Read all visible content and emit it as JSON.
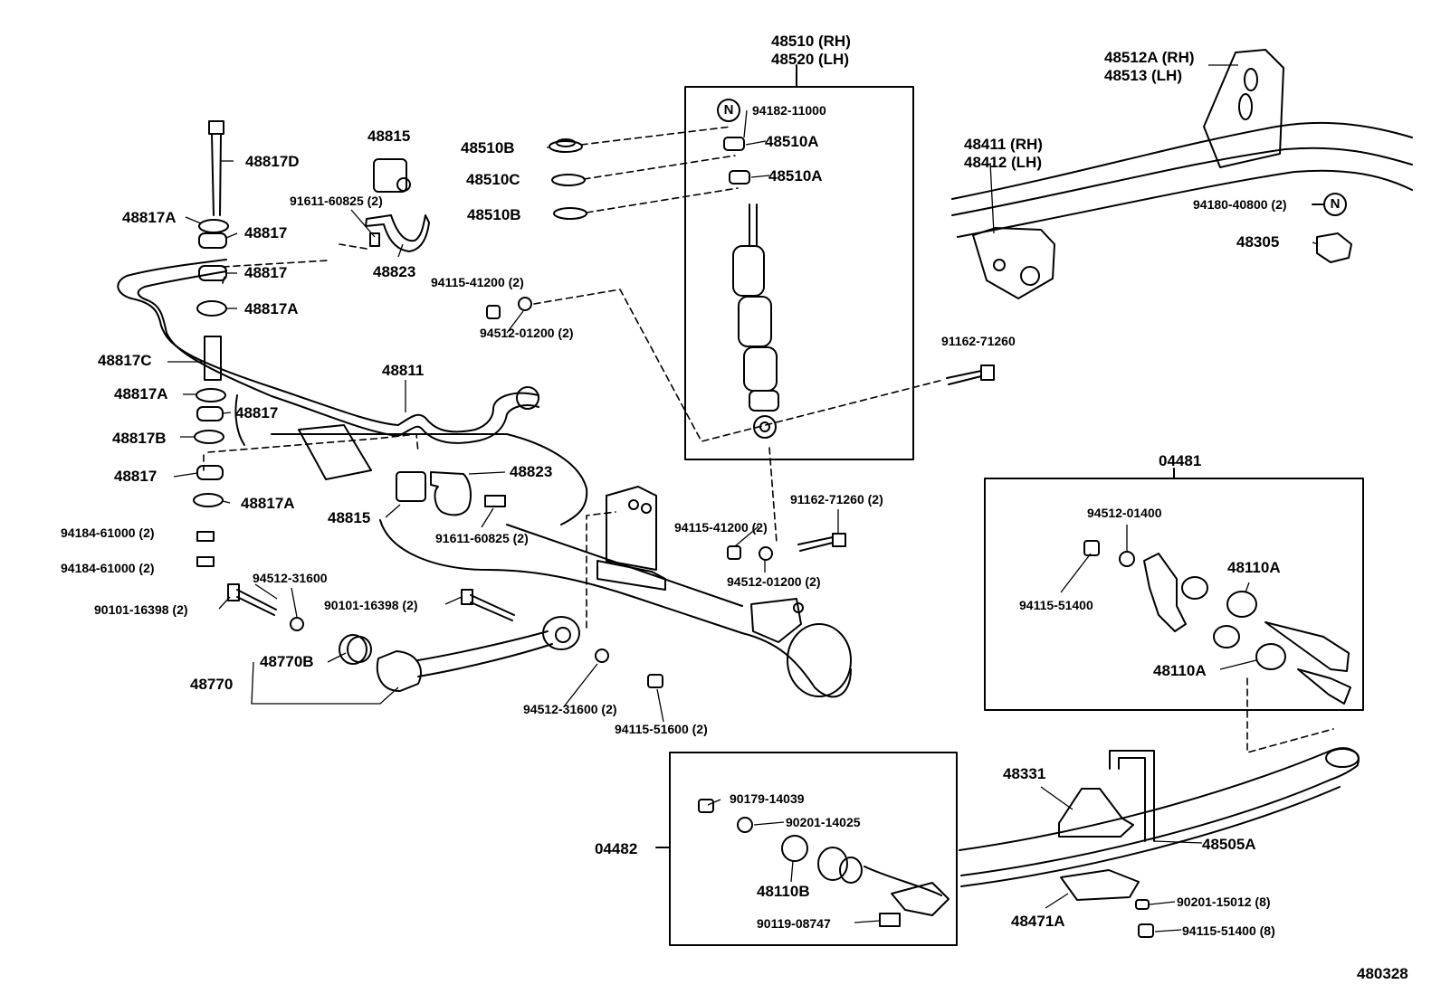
{
  "labels": {
    "shock_part_rh": "48510 (RH)",
    "shock_part_lh": "48520 (LH)",
    "bracket_rh": "48512A (RH)",
    "bracket_lh": "48513   (LH)",
    "hanger_rh": "48411 (RH)",
    "hanger_lh": "48412 (LH)",
    "n_nut_top": "94182-11000",
    "n_nut_right": "94180-40800 (2)",
    "cushion_48510A_1": "48510A",
    "cushion_48510A_2": "48510A",
    "retainer_48510B_1": "48510B",
    "retainer_48510C": "48510C",
    "retainer_48510B_2": "48510B",
    "stopper_48305": "48305",
    "bolt_48817D": "48817D",
    "bracket_48815_top": "48815",
    "bolt_91611_top": "91611-60825 (2)",
    "bracket_48823_top": "48823",
    "cushion_48817A_1": "48817A",
    "cushion_48817_1": "48817",
    "cushion_48817_2": "48817",
    "cushion_48817A_2": "48817A",
    "nut_94115_41200_top": "94115-41200 (2)",
    "washer_94512_01200_top": "94512-01200 (2)",
    "bolt_91162_71260": "91162-71260",
    "collar_48817C": "48817C",
    "bar_48811": "48811",
    "cushion_48817A_3": "48817A",
    "cushion_48817_3": "48817",
    "cushion_48817B": "48817B",
    "cushion_48817_4": "48817",
    "bracket_48823_mid": "48823",
    "cushion_48817A_4": "48817A",
    "bracket_48815_mid": "48815",
    "bolt_91611_mid": "91611-60825 (2)",
    "bolt_91162_71260_2": "91162-71260 (2)",
    "nut_94115_41200_mid": "94115-41200 (2)",
    "washer_94512_01200_mid": "94512-01200 (2)",
    "nut_94184_1": "94184-61000 (2)",
    "nut_94184_2": "94184-61000 (2)",
    "washer_94512_31600": "94512-31600",
    "bolt_90101_left": "90101-16398 (2)",
    "bolt_90101_mid": "90101-16398 (2)",
    "bush_48770B": "48770B",
    "rod_48770": "48770",
    "washer_94512_31600_2": "94512-31600 (2)",
    "nut_94115_51600": "94115-51600 (2)",
    "kit_04481": "04481",
    "washer_94512_01400": "94512-01400",
    "nut_94115_51400_kit": "94115-51400",
    "bush_48110A_1": "48110A",
    "bush_48110A_2": "48110A",
    "kit_04482": "04482",
    "nut_90179": "90179-14039",
    "washer_90201_14025": "90201-14025",
    "bush_48110B": "48110B",
    "bolt_90119": "90119-08747",
    "bumper_48331": "48331",
    "ubolt_48505A": "48505A",
    "seat_48471A": "48471A",
    "washer_90201_15012": "90201-15012 (8)",
    "nut_94115_51400_8": "94115-51400 (8)",
    "diagram_ref": "480328",
    "n_mark": "N"
  }
}
